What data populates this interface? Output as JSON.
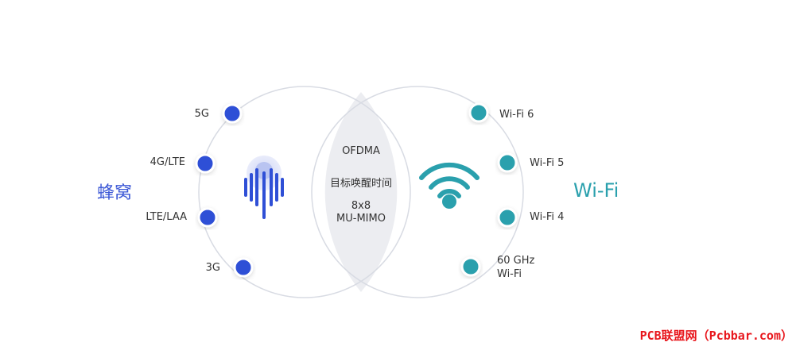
{
  "left_group": {
    "title": "蜂窝",
    "items": [
      "5G",
      "4G/LTE",
      "LTE/LAA",
      "3G"
    ],
    "color": "#2f4fd6"
  },
  "right_group": {
    "title": "Wi-Fi",
    "items": [
      "Wi-Fi 6",
      "Wi-Fi 5",
      "Wi-Fi 4"
    ],
    "last_item_line1": "60 GHz",
    "last_item_line2": "Wi-Fi",
    "color": "#2aa0ad"
  },
  "overlap": {
    "line1": "OFDMA",
    "line2": "目标唤醒时间",
    "line3": "8x8",
    "line4": "MU-MIMO"
  },
  "icons": {
    "cellular": "cellular-antenna-icon",
    "wifi": "wifi-icon"
  },
  "watermark": "PCB联盟网（Pcbbar.com）"
}
